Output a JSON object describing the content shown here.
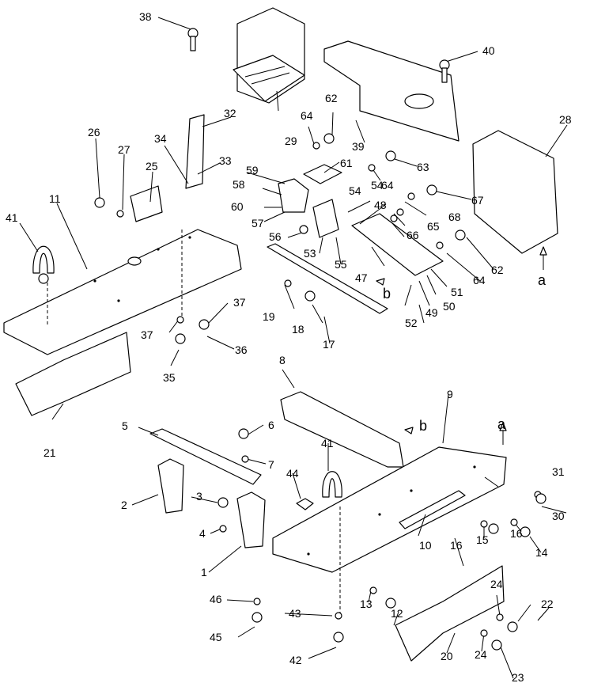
{
  "diagram": {
    "callouts": [
      "1",
      "2",
      "3",
      "4",
      "5",
      "6",
      "7",
      "8",
      "9",
      "10",
      "11",
      "12",
      "13",
      "14",
      "15",
      "16",
      "16",
      "17",
      "18",
      "19",
      "20",
      "21",
      "22",
      "23",
      "24",
      "24",
      "25",
      "26",
      "27",
      "28",
      "29",
      "30",
      "31",
      "32",
      "33",
      "34",
      "35",
      "36",
      "37",
      "37",
      "38",
      "39",
      "40",
      "41",
      "41",
      "42",
      "43",
      "44",
      "45",
      "46",
      "47",
      "48",
      "49",
      "50",
      "51",
      "52",
      "53",
      "54",
      "54",
      "55",
      "56",
      "57",
      "58",
      "59",
      "60",
      "61",
      "62",
      "62",
      "63",
      "64",
      "64",
      "64",
      "65",
      "66",
      "67",
      "68"
    ],
    "view_refs": {
      "a_top": "a",
      "a_bottom": "a",
      "b_top": "b",
      "b_bottom": "b"
    }
  }
}
